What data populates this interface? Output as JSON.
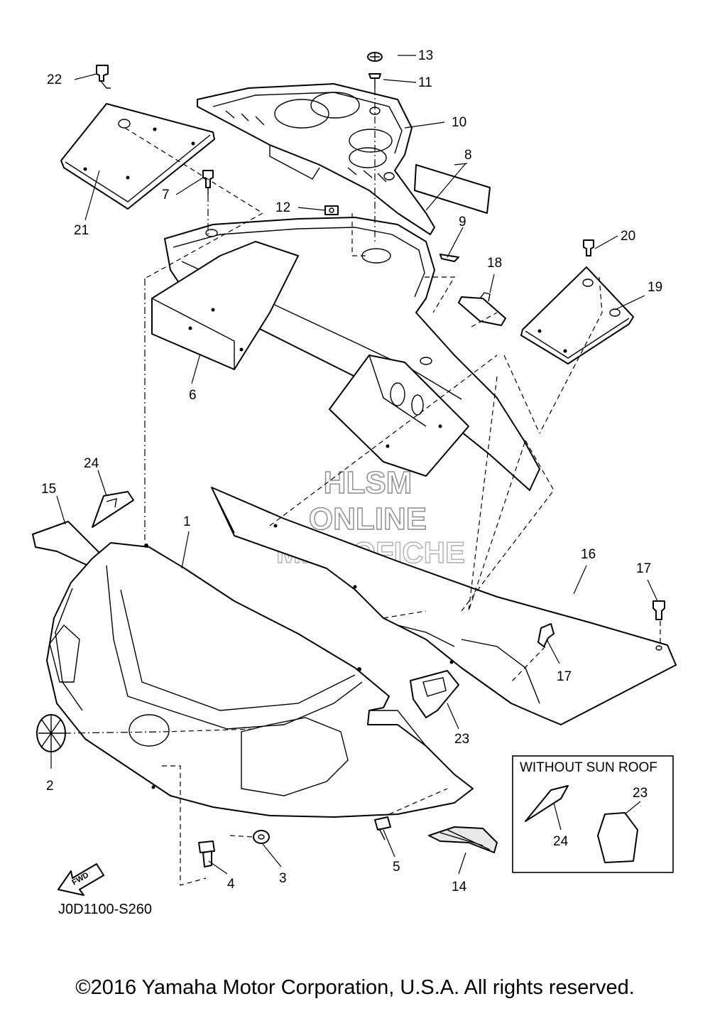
{
  "watermark": {
    "line1": "HLSM",
    "line2": "ONLINE",
    "line3": "MICROFICHE"
  },
  "inset_box": {
    "title": "WITHOUT SUN ROOF",
    "callouts": [
      "24",
      "23"
    ]
  },
  "fwd_arrow_label": "FWD",
  "drawing_code": "J0D1100-S260",
  "copyright": "©2016 Yamaha Motor Corporation, U.S.A. All rights reserved.",
  "callouts": {
    "c1": "1",
    "c2": "2",
    "c3": "3",
    "c4": "4",
    "c5": "5",
    "c6": "6",
    "c7": "7",
    "c8": "8",
    "c9": "9",
    "c10": "10",
    "c11": "11",
    "c12": "12",
    "c13": "13",
    "c14": "14",
    "c15": "15",
    "c16": "16",
    "c17a": "17",
    "c17b": "17",
    "c18": "18",
    "c19": "19",
    "c20": "20",
    "c21": "21",
    "c22": "22",
    "c23": "23",
    "c24": "24"
  }
}
